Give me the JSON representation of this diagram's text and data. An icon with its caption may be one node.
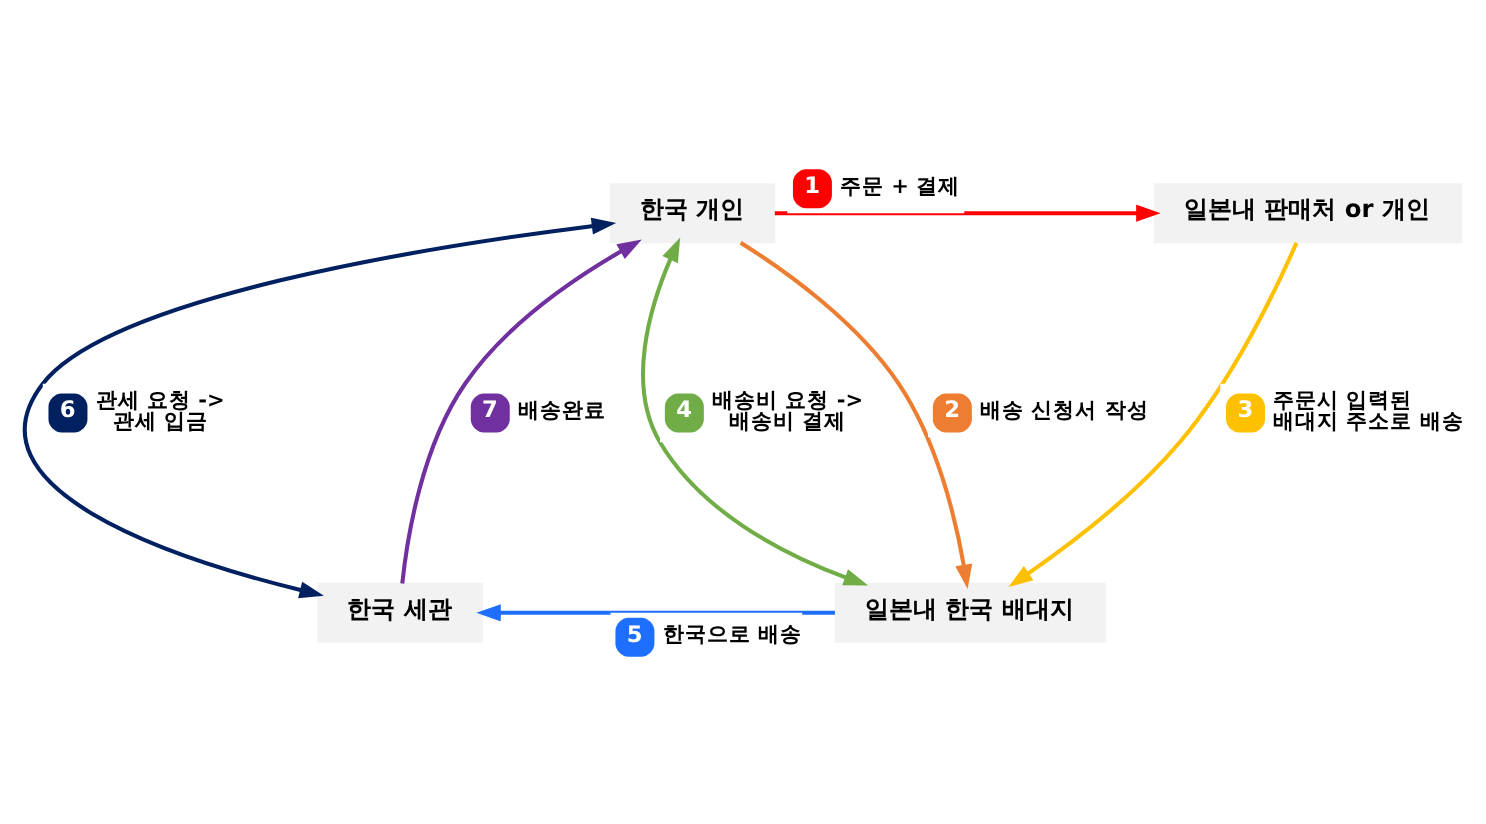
{
  "diagram": {
    "nodes": [
      {
        "text": [
          "한국 개인"
        ]
      },
      {
        "text": [
          "일본내 판매처 or 개인"
        ]
      },
      {
        "text": [
          "한국 세관"
        ]
      },
      {
        "text": [
          "일본내 한국 배대지"
        ]
      }
    ],
    "edges": [
      {
        "from": 0,
        "to": 1,
        "arrow": "to",
        "label": "주문 + 결제",
        "color": "#ff0000"
      },
      {
        "from": 0,
        "to": 3,
        "arrow": "to",
        "label": "배송 신청서 작성",
        "color": "#ed7d31"
      },
      {
        "from": 1,
        "to": 3,
        "arrow": "to",
        "label": "주문시 입력된 배대지 주소로 배송",
        "color": "#ffc000"
      },
      {
        "from": 3,
        "to": 0,
        "arrow": "both",
        "label": "배송비 요청 -> 배송비 결제",
        "color": "#70ad47"
      },
      {
        "from": 3,
        "to": 2,
        "arrow": "to",
        "label": "한국으로 배송",
        "color": "#1f6fff"
      },
      {
        "from": 2,
        "to": 0,
        "arrow": "both",
        "label": "관세 요청 -> 관세 입금",
        "color": "#002060"
      },
      {
        "from": 2,
        "to": 0,
        "arrow": "to",
        "label": "배송완료",
        "color": "#7030a0"
      }
    ],
    "labels": [
      "1",
      "2",
      "3",
      "4",
      "5",
      "6",
      "7"
    ]
  }
}
